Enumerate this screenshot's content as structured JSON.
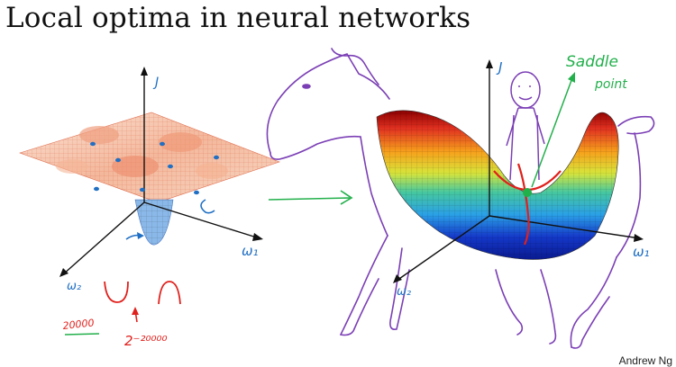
{
  "title": "Local optima in neural networks",
  "credit": "Andrew Ng",
  "left_plot": {
    "axis_j": "J",
    "axis_w1": "ω₁",
    "axis_w2": "ω₂"
  },
  "right_plot": {
    "axis_j": "J",
    "axis_w1": "ω₁",
    "axis_w2": "ω₂",
    "annotation_line1": "Saddle",
    "annotation_line2": "point"
  },
  "notes": {
    "dims": "20000",
    "prob": "2⁻²⁰⁰⁰⁰"
  },
  "colors": {
    "ink_blue": "#1f6fc4",
    "ink_green": "#22b04b",
    "ink_red": "#e0201c",
    "ink_purple": "#7b3fb5",
    "surface_red": "#e8603c"
  }
}
